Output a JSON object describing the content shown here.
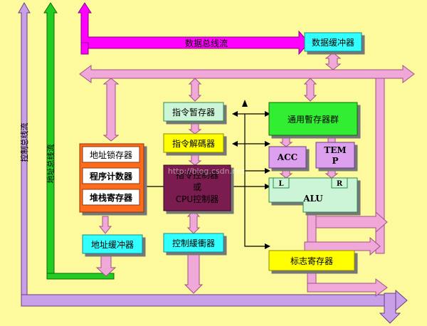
{
  "diagram": {
    "data_bus_flow": "数据总线流",
    "address_bus_flow": "地址总线流",
    "control_bus_flow": "控制总线流",
    "data_buffer": "数据缓冲器",
    "address_latch": "地址锁存器",
    "program_counter": "程序计数器",
    "stack_register": "堆栈寄存器",
    "address_buffer": "地址缓冲器",
    "instruction_temp_register": "指令暂存器",
    "instruction_decoder": "指令解碼器",
    "instruction_controller_line1": "指令控制器",
    "instruction_controller_line2": "或",
    "instruction_controller_line3": "CPU控制器",
    "control_buffer": "控制緩衝器",
    "general_registers": "通用暫存器群",
    "acc": "ACC",
    "temp_line1": "TEM",
    "temp_line2": "P",
    "alu_left_port": "L",
    "alu_right_port": "R",
    "alu": "ALU",
    "flag_register": "标志寄存器",
    "watermark": "http://blog.csdn.net"
  },
  "colors": {
    "background": "#fdfa9e",
    "data_bus": "#ff00ff",
    "address_bus": "#22cc22",
    "control_bus": "#c8a0e8",
    "internal_bus": "#f0a8d8",
    "cyan_box": "#33ffff",
    "yellow_box": "#ffff00",
    "green_box": "#33ee33",
    "mint_box": "#ccf5d8",
    "orange_box": "#ff6a1a",
    "maroon_box": "#7a1a50",
    "lavender_box": "#dda0ee"
  }
}
